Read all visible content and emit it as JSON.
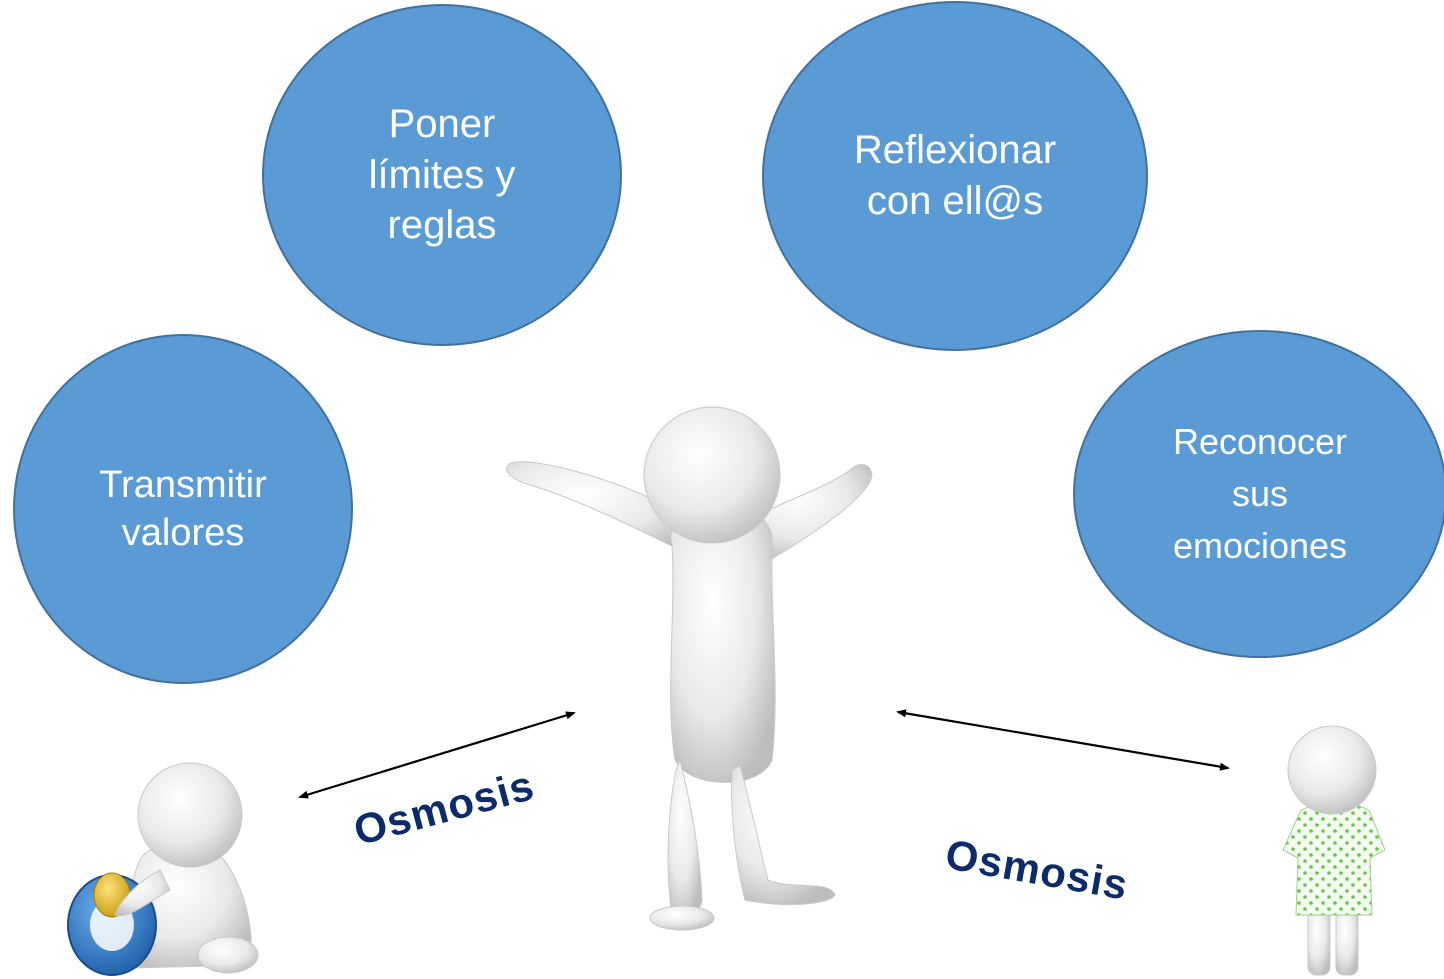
{
  "bubbles": {
    "top_left": "Poner\nlímites y\nreglas",
    "top_right": "Reflexionar\ncon ell@s",
    "left": "Transmitir\nvalores",
    "right": "Reconocer\nsus\nemociones"
  },
  "labels": {
    "osmosis_left": "Osmosis",
    "osmosis_right": "Osmosis"
  },
  "colors": {
    "bubble_fill": "#5b9bd5",
    "bubble_stroke": "#41719c",
    "osmosis_text": "#0c2b6b",
    "arrow": "#000000",
    "figure": "#e6e6e6",
    "pacifier": "#2a6fb5",
    "gown_dots": "#6cc44a"
  }
}
